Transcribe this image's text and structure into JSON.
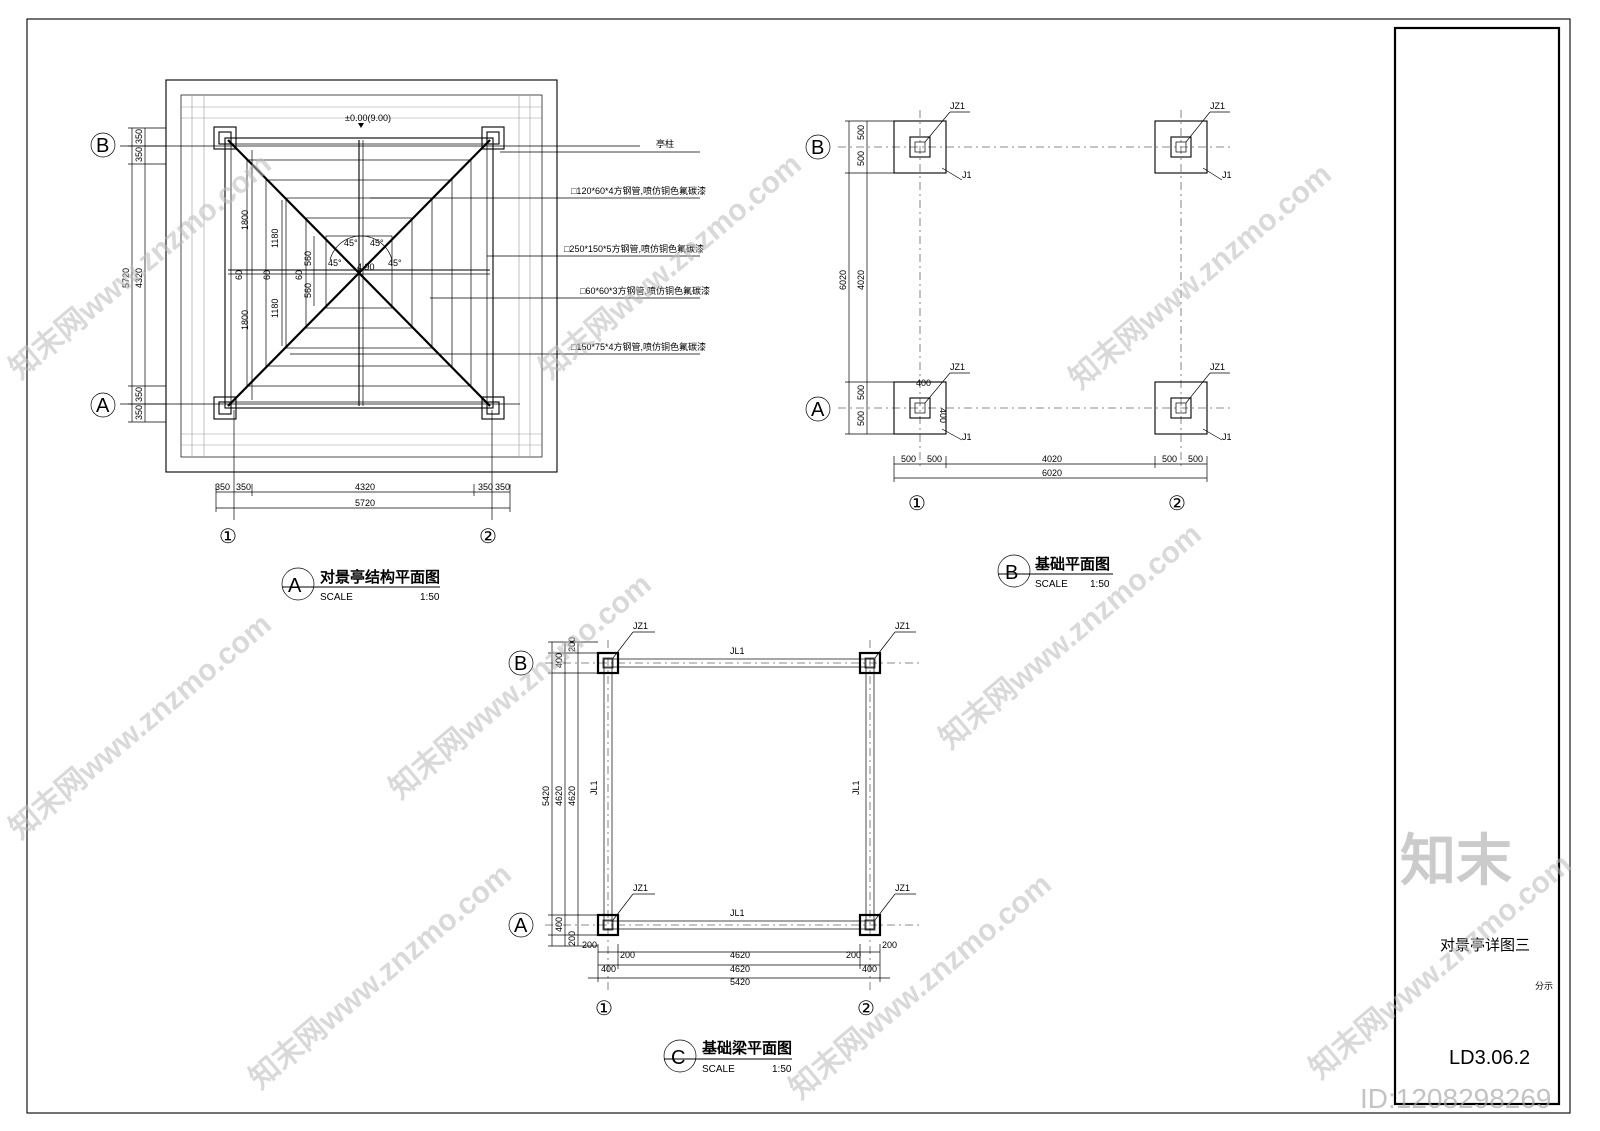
{
  "sheet": {
    "title_block_name": "对景亭详图三",
    "title_block_sub": "分示",
    "drawing_no": "LD3.06.2",
    "watermark_logo": "知末",
    "watermark_id": "ID:1208298269",
    "watermark_text": "知末网www.znzmo.com"
  },
  "axes": {
    "a": "A",
    "b": "B",
    "one": "①",
    "two": "②"
  },
  "drawingA": {
    "tag": "A",
    "title": "对景亭结构平面图",
    "scale_label": "SCALE",
    "scale": "1:50",
    "elevation": "±0.00(9.00)",
    "notes": {
      "column": "亭柱",
      "n1": "□120*60*4方钢管,喷仿铜色氟碳漆",
      "n2": "□250*150*5方钢管,喷仿铜色氟碳漆",
      "n3": "□60*60*3方钢管,喷仿铜色氟碳漆",
      "n4": "□150*75*4方钢管,喷仿铜色氟碳漆"
    },
    "dims": {
      "d350": "350",
      "d4320": "4320",
      "d5720": "5720",
      "d1800": "1800",
      "d1180": "1180",
      "d560": "560",
      "d60": "60",
      "d45": "45°",
      "d490": "4.90"
    }
  },
  "drawingB": {
    "tag": "B",
    "title": "基础平面图",
    "scale_label": "SCALE",
    "scale": "1:50",
    "labels": {
      "jz1": "JZ1",
      "j1": "J1"
    },
    "dims": {
      "d500": "500",
      "d4020": "4020",
      "d6020": "6020",
      "d400": "400"
    }
  },
  "drawingC": {
    "tag": "C",
    "title": "基础梁平面图",
    "scale_label": "SCALE",
    "scale": "1:50",
    "labels": {
      "jz1": "JZ1",
      "jl1": "JL1"
    },
    "dims": {
      "d200": "200",
      "d400": "400",
      "d4620": "4620",
      "d5420": "5420"
    }
  }
}
